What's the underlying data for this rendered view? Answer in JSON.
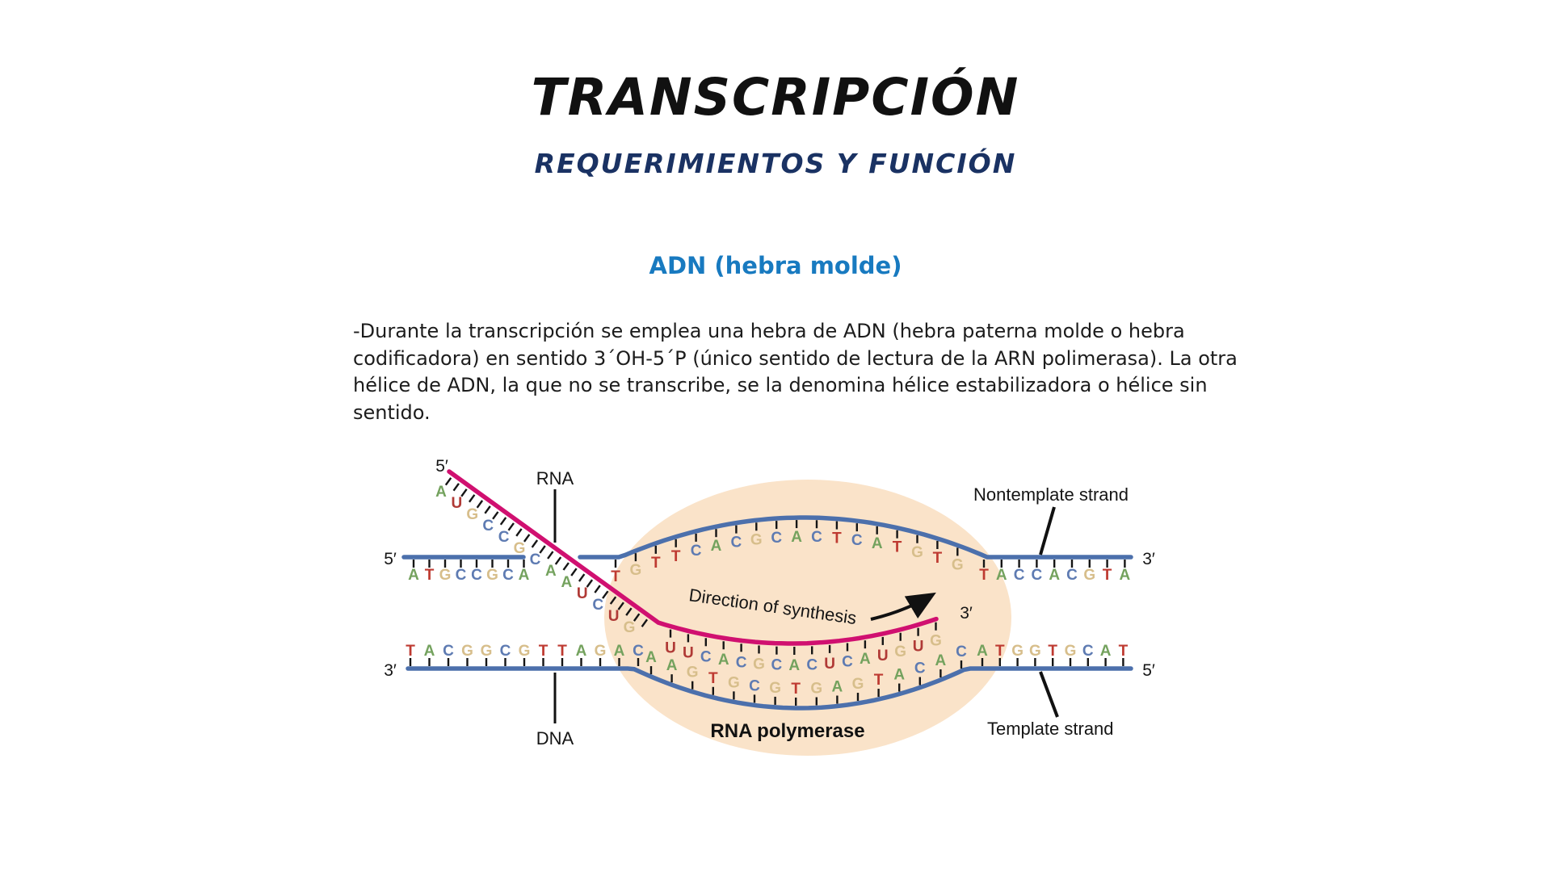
{
  "title": "TRANSCRIPCIÓN",
  "subtitle": "REQUERIMIENTOS Y FUNCIÓN",
  "section_heading": "ADN (hebra molde)",
  "paragraph": {
    "lines": [
      "-Durante la transcripción se emplea una hebra de ADN (hebra paterna molde o hebra",
      "codificadora) en sentido 3´OH-5´P (único sentido de lectura de la ARN polimerasa). La otra",
      "hélice de ADN, la que no se transcribe, se la denomina hélice estabilizadora o hélice sin",
      "sentido."
    ]
  },
  "colors": {
    "title_black": "#111111",
    "subtitle_navy": "#1A3263",
    "heading_blue": "#187AC0",
    "body_text": "#1c1c1c"
  },
  "diagram": {
    "labels": {
      "rna": "RNA",
      "dna": "DNA",
      "rna_polymerase": "RNA polymerase",
      "nontemplate_strand": "Nontemplate strand",
      "template_strand": "Template strand",
      "direction_of_synthesis": "Direction of synthesis",
      "rna_five_prime": "5′",
      "rna_three_prime": "3′",
      "top_left_five_prime": "5′",
      "top_right_three_prime": "3′",
      "bottom_left_three_prime": "3′",
      "bottom_right_five_prime": "5′"
    },
    "sequences": {
      "rna_tail": "AUGCCGCAAUCUG",
      "rna_bubble": "UUCACGCACUCAUGUG",
      "dna_top_left": "ATGCCGCA",
      "dna_top_bubble": "TGTTCACGCACTCATGTG",
      "dna_top_right": "TACCACGTA",
      "dna_bottom_left": "TACGGCGTTAGAC",
      "dna_bottom_bubble": "AAGTGCGTGAGTACAC",
      "dna_bottom_right": "ATGGTGCAT"
    },
    "base_colors": {
      "A": "#74A25E",
      "T": "#BE3A31",
      "G": "#D7BE8B",
      "C": "#5E7BB2",
      "U": "#B03A36"
    },
    "colors": {
      "dna_strand": "#4C70AC",
      "rna_strand": "#D01070",
      "polymerase_fill": "#FAE3C9",
      "tick": "#151515"
    }
  }
}
